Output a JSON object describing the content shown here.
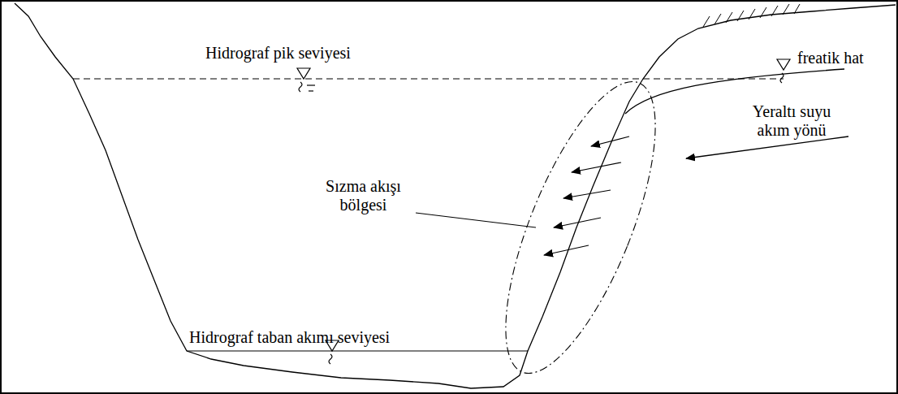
{
  "diagram": {
    "labels": [
      "Hidrograf pik seviyesi",
      "freatik hat",
      "Sızma akışı bölgesi",
      "Yeraltı suyu akım yönü",
      "Hidrograf taban akımı seviyesi"
    ]
  }
}
